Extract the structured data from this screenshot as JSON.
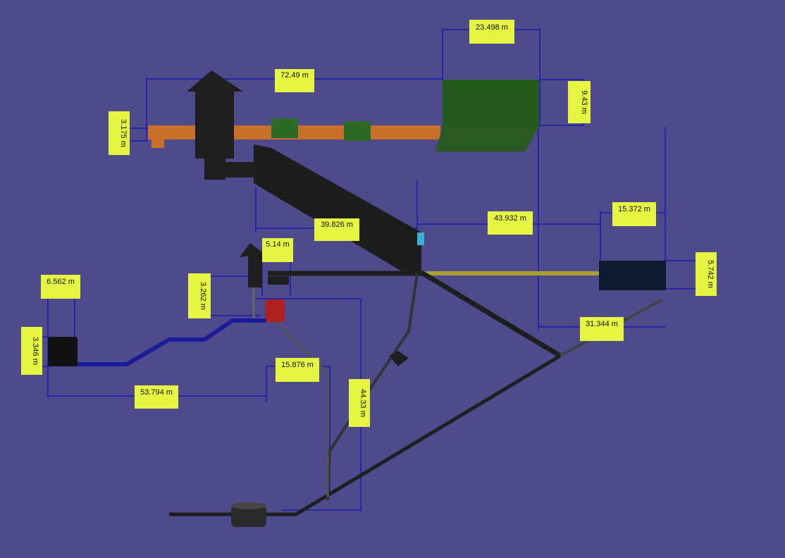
{
  "viewport": {
    "background": "#4f4a8c"
  },
  "dimensions": {
    "d1": "23.498 m",
    "d2": "72.49 m",
    "d3": "9.43 m",
    "d4": "3.175 m",
    "d5": "39.826 m",
    "d6": "43.932 m",
    "d7": "15.372 m",
    "d8": "5.14 m",
    "d9": "5.742 m",
    "d10": "6.562 m",
    "d11": "3.262 m",
    "d12": "3.346 m",
    "d13": "31.344 m",
    "d14": "15.876 m",
    "d15": "53.794 m",
    "d16": "44.33 m"
  },
  "colors": {
    "label": "#e6f542",
    "dimension_line": "#1a1ab0",
    "pipe_orange": "#c8702a",
    "tank_green": "#2a5a22",
    "pipe_blue": "#1c1c9a",
    "tank_red": "#b0201c",
    "pipe_yellow": "#a8a030"
  }
}
